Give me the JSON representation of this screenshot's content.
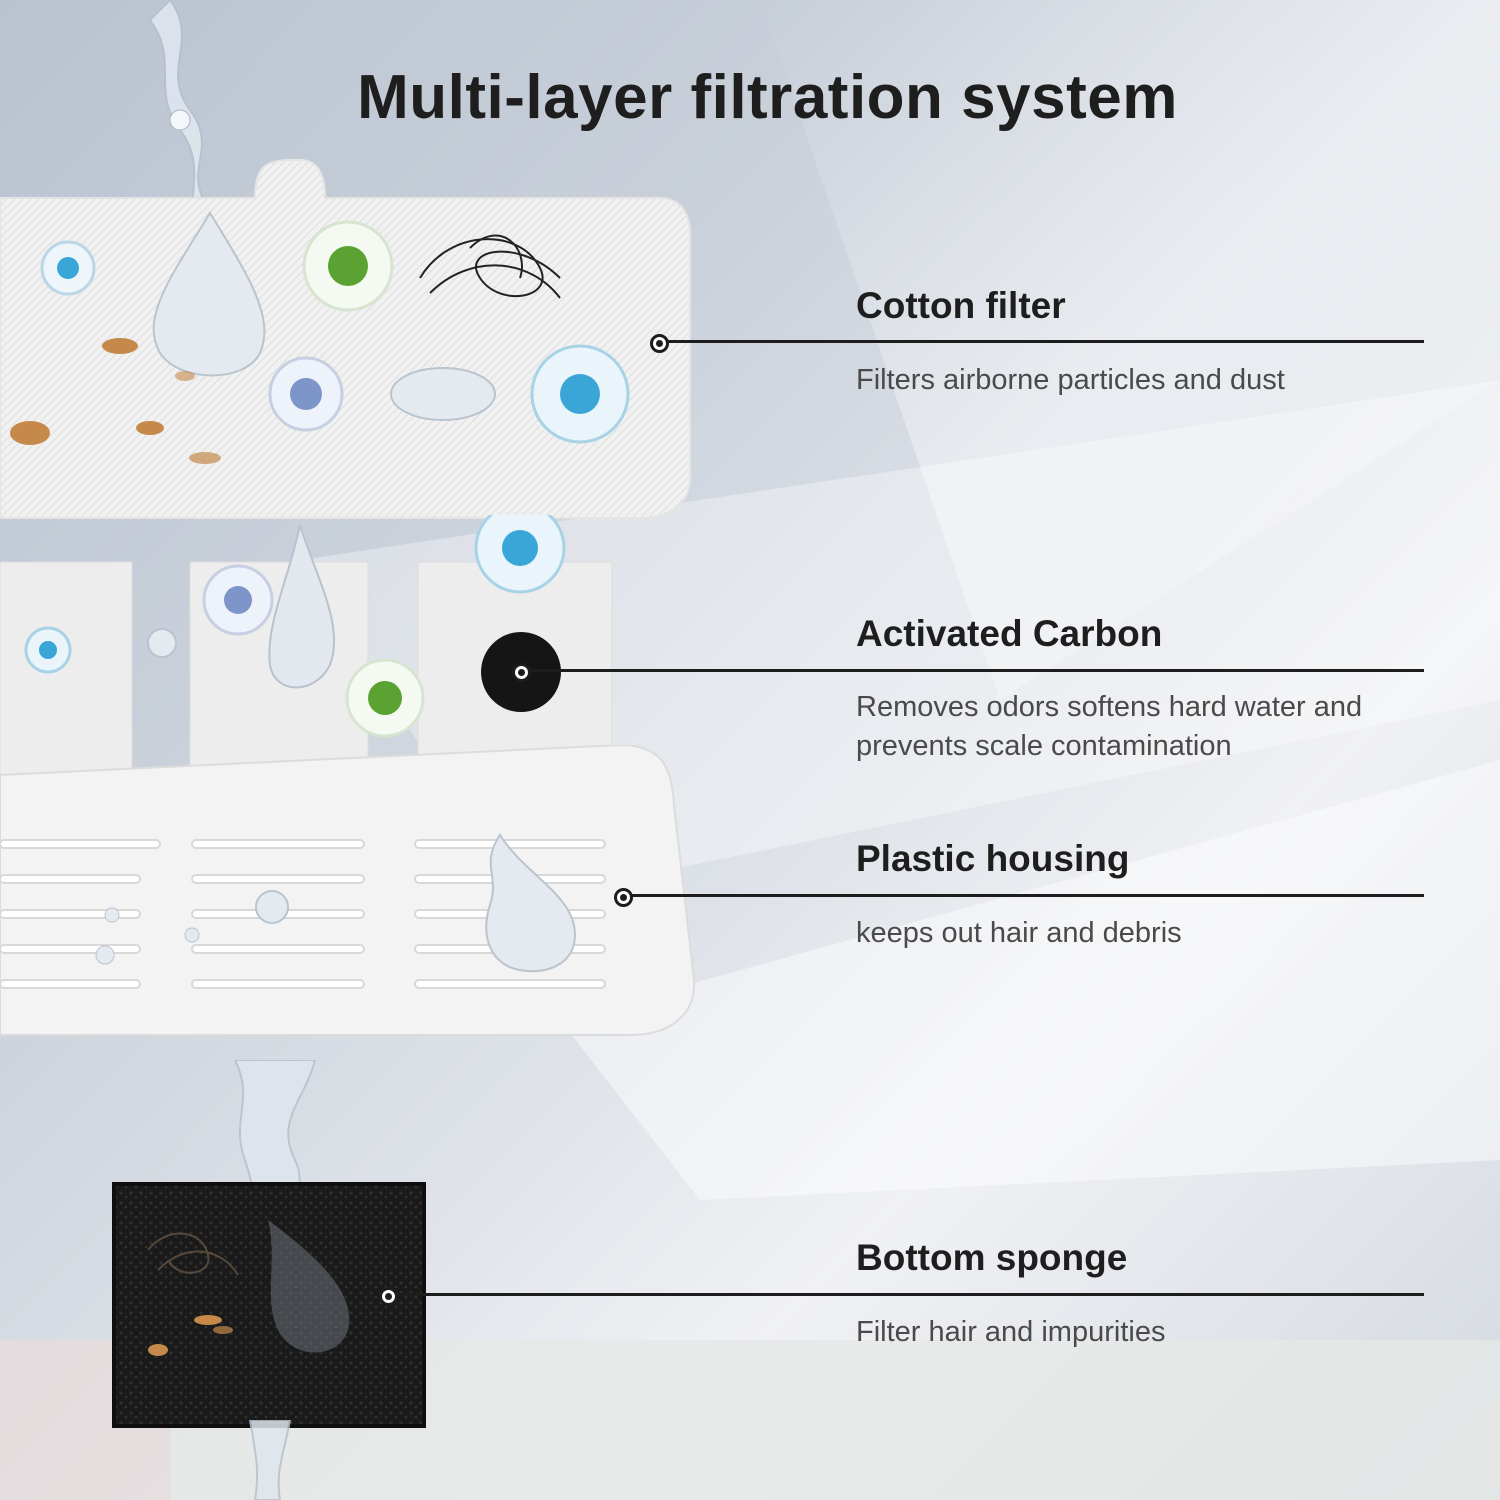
{
  "title": "Multi-layer filtration system",
  "layers": [
    {
      "name": "Cotton filter",
      "description": "Filters airborne particles and dust"
    },
    {
      "name": "Activated Carbon",
      "description": "Removes odors softens hard water and prevents scale contamination"
    },
    {
      "name": "Plastic housing",
      "description": "keeps out hair and debris"
    },
    {
      "name": "Bottom sponge",
      "description": "Filter hair and impurities"
    }
  ],
  "colors": {
    "text": "#1e1e1e",
    "desc": "#4a4a4a",
    "leader": "#1d1d1d",
    "germ_blue": "#3aa6d8",
    "germ_green": "#5aa232",
    "carbon": "#151515"
  },
  "icons": [
    "virus-icon",
    "water-drop-icon",
    "hair-icon",
    "debris-icon"
  ]
}
